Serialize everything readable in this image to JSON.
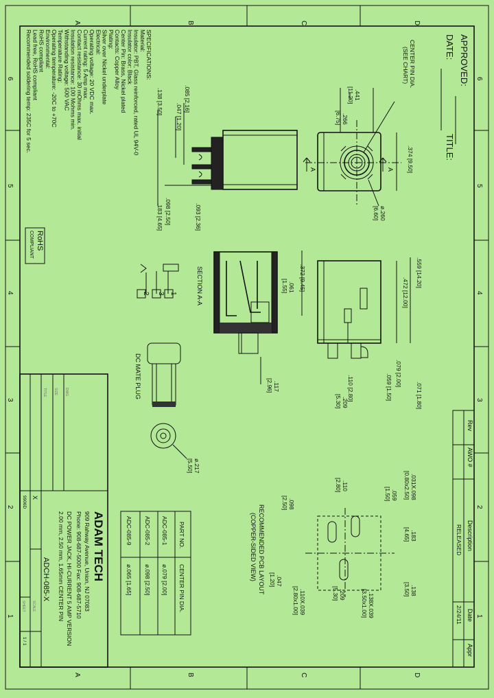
{
  "zone_letters": {
    "top": [
      "A",
      "B",
      "C",
      "D"
    ],
    "bottom": [
      "A",
      "B",
      "C",
      "D"
    ],
    "left": [
      "6",
      "5",
      "4",
      "3",
      "2",
      "1"
    ],
    "right": [
      "6",
      "5",
      "4",
      "3",
      "2",
      "1"
    ]
  },
  "approval": {
    "approved": "APPROVED:",
    "date": "DATE:",
    "title": "TITLE:"
  },
  "specifications": {
    "heading": "SPECIFICATIONS:",
    "lines": [
      "Material:",
      "Insulator: PBT, Glass reinforced, rated UL 94V-0",
      "Insulator color: Black",
      "Center Pin: Brass, Nickel plated",
      "Contacts: Copper Alloy",
      "Plating:",
      "Silver over Nickel underplate",
      "Electrical:",
      "Operating voltage: 20 VDC max.",
      "Current rating: 5 Amp max.",
      "Contact resistance: 30 mOhms max. initial",
      "Insulation resistance: 100 Mohms min.",
      "Withstanding voltage: 500 VAC",
      "Temperature Rating:",
      "Operating temperature: -20C to +70C",
      "Environmental:",
      "RoHS compliant",
      "Lead free, RoHS compliant",
      "Recommended soldering temp: 235C for 5 sec."
    ]
  },
  "rohs": {
    "line1": "RoHS",
    "line2": "COMPLIANT"
  },
  "dims": {
    "top_view": {
      "center_pin": "CENTER PIN DIA.",
      "see_chart": "(SEE CHART)",
      "d441": ".441",
      "d441mm": "[11.20]",
      "d266": ".266",
      "d266mm": "[6.75]",
      "d374": ".374 [9.50]",
      "d260": "ø.260",
      "d260mm": "[6.60]",
      "sec_a": "A"
    },
    "left_view": {
      "d085": ".085 [2.16]",
      "d047": ".047 [1.20]",
      "d138": ".138 [3.50]",
      "d098": ".098 [2.50]",
      "d183": ".183 [4.65]",
      "d093": ".093 [2.36]"
    },
    "side_view": {
      "d559": ".559 [14.20]",
      "d472": ".472 [12.00]",
      "d079": ".079 [2.00]",
      "d059": ".059 [1.50]",
      "d071": ".071 [1.80]",
      "d110": ".110 [2.80]",
      "d209": ".209",
      "d209mm": "[5.30]"
    },
    "section": {
      "d372": ".372 [9.45]",
      "d061": ".061",
      "d061mm": "[1.55]",
      "label": "SECTION A-A",
      "d117": ".117",
      "d117mm": "[2.96]"
    },
    "pins": [
      "1",
      "2",
      "3"
    ],
    "plug": {
      "label": "DC MATE PLUG",
      "d217": "ø.217",
      "d217mm": "[5.50]"
    },
    "pcb": {
      "title1": "RECOMMENDED PCB LAYOUT",
      "title2": "(COPPER-SIDED VIEW)",
      "d031": ".031X.098",
      "d031mm": "[0.80x2.50]",
      "d059": ".059",
      "d059mm": "[1.50]",
      "d110": ".110",
      "d110mm": "[2.80]",
      "d098": ".098",
      "d098mm": "[2.50]",
      "d183": ".183",
      "d183mm": "[4.65]",
      "d138": ".138",
      "d138mm": "[3.50]",
      "d047": ".047",
      "d047mm": "[1.20]",
      "d209": ".209",
      "d209mm": "[5.30]",
      "d138x": ".138X.039",
      "d138xmm": "[3.50x1.00]",
      "d110x": ".110X.039",
      "d110xmm": "[2.80x1.00]"
    }
  },
  "part_table": {
    "headers": [
      "PART NO.",
      "CENTER PIN DIA."
    ],
    "rows": [
      [
        "ADC-085-1",
        "ø.079 [2.00]"
      ],
      [
        "ADC-085-2",
        "ø.098 [2.50]"
      ],
      [
        "ADC-085-9",
        "ø.065 [1.65]"
      ]
    ]
  },
  "revision": {
    "headers": [
      "Rev",
      "AWO #",
      "Description",
      "Date",
      "Appr"
    ],
    "row": [
      "",
      "",
      "RELEASED",
      "2/24/11",
      ""
    ]
  },
  "title_block": {
    "company": "ADAM TECH",
    "address": "909 Rahway Avenue, Union, NJ 07083",
    "phone": "Phone: 908-687-5000 Fax: 908-687-5710",
    "desc1": "DC POWER JACK, HI-CURRENT 5 AMP VERSION",
    "desc2": "2.00 mm, 2.50 mm, 1.65mm CENTER PIN",
    "part": "ADCH-085-X",
    "scale_label": "X",
    "code": "9906D",
    "sheet": "1 / 1",
    "misc": [
      "TITLE",
      "SIZE",
      "DWG",
      "SCALE",
      "SHEET"
    ]
  }
}
